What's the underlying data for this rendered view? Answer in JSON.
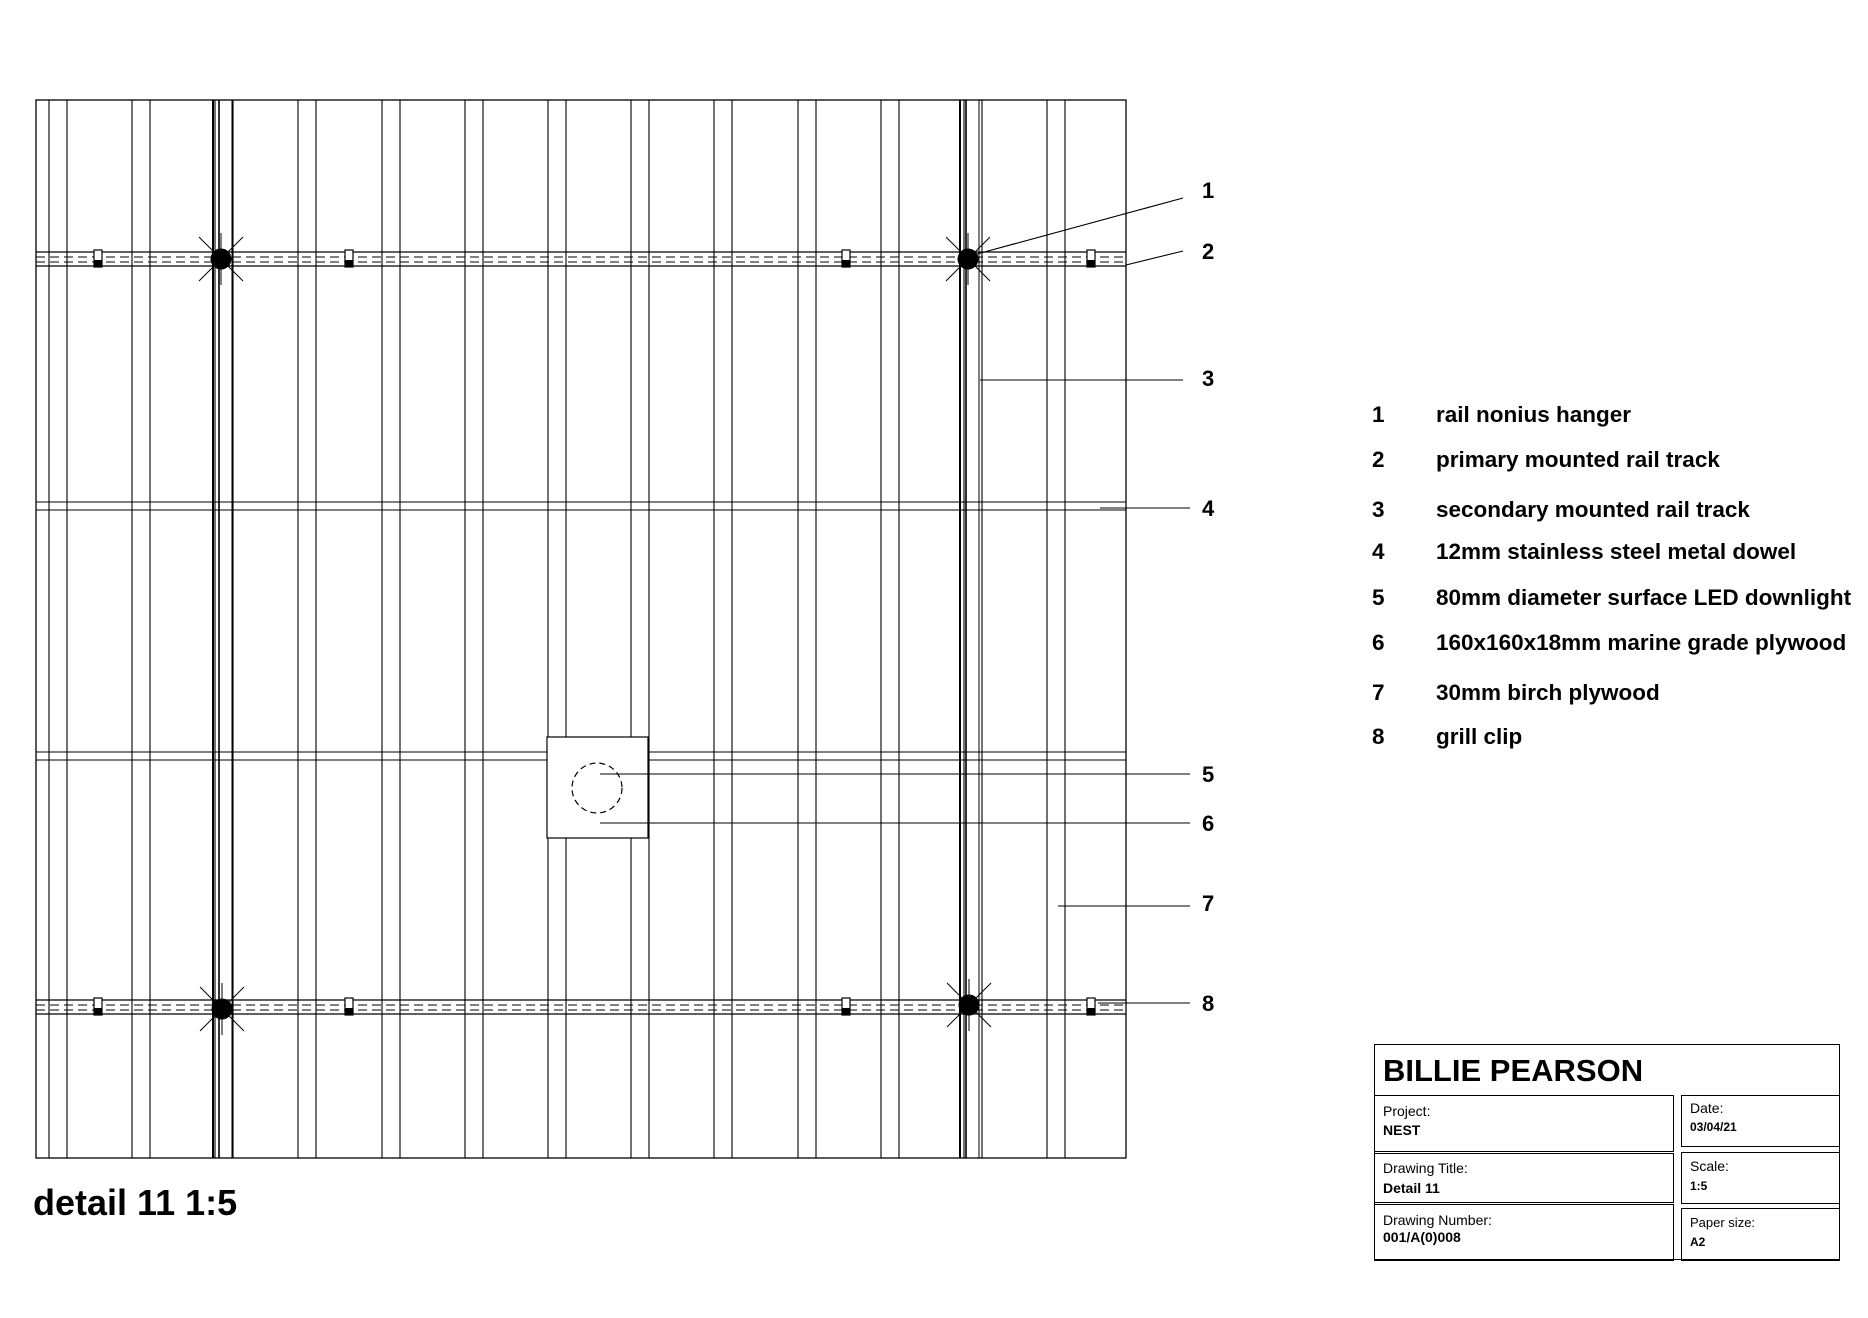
{
  "drawing": {
    "title": "detail 11 1:5",
    "callouts": [
      "1",
      "2",
      "3",
      "4",
      "5",
      "6",
      "7",
      "8"
    ]
  },
  "legend": [
    {
      "num": "1",
      "text": "rail nonius hanger"
    },
    {
      "num": "2",
      "text": "primary mounted rail track"
    },
    {
      "num": "3",
      "text": "secondary mounted rail track"
    },
    {
      "num": "4",
      "text": "12mm stainless steel metal dowel"
    },
    {
      "num": "5",
      "text": "80mm diameter surface LED downlight"
    },
    {
      "num": "6",
      "text": "160x160x18mm marine grade plywood"
    },
    {
      "num": "7",
      "text": "30mm birch plywood"
    },
    {
      "num": "8",
      "text": "grill clip"
    }
  ],
  "titleblock": {
    "name": "BILLIE PEARSON",
    "project_label": "Project:",
    "project_value": "NEST",
    "drawing_title_label": "Drawing Title:",
    "drawing_title_value": "Detail 11",
    "drawing_number_label": "Drawing Number:",
    "drawing_number_value": "001/A(0)008",
    "date_label": "Date:",
    "date_value": "03/04/21",
    "scale_label": "Scale:",
    "scale_value": "1:5",
    "paper_size_label": "Paper size:",
    "paper_size_value": "A2"
  }
}
